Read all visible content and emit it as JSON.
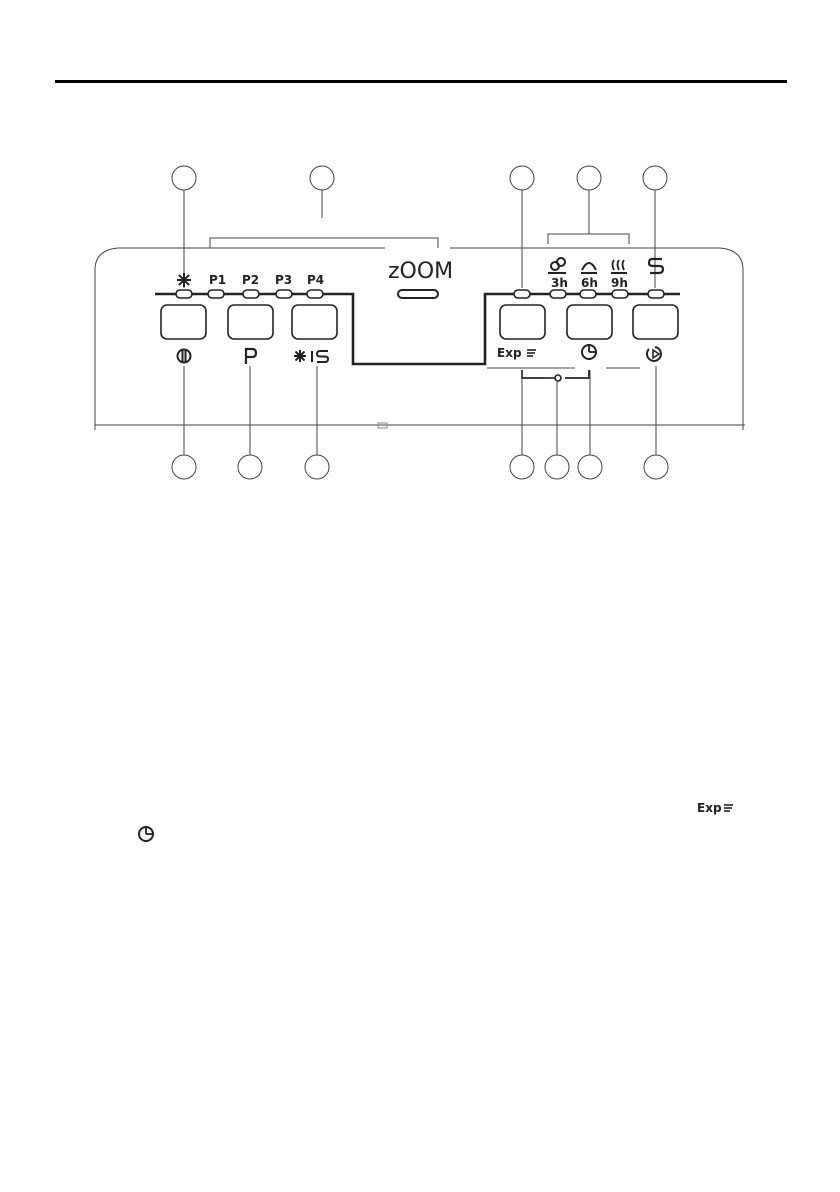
{
  "diagram": {
    "logo_text": "zOOM",
    "program_labels": [
      "P1",
      "P2",
      "P3",
      "P4"
    ],
    "delay_labels": [
      "3h",
      "6h",
      "9h"
    ],
    "express_label": "Exp"
  },
  "footnote": {
    "express_label": "Exp"
  }
}
